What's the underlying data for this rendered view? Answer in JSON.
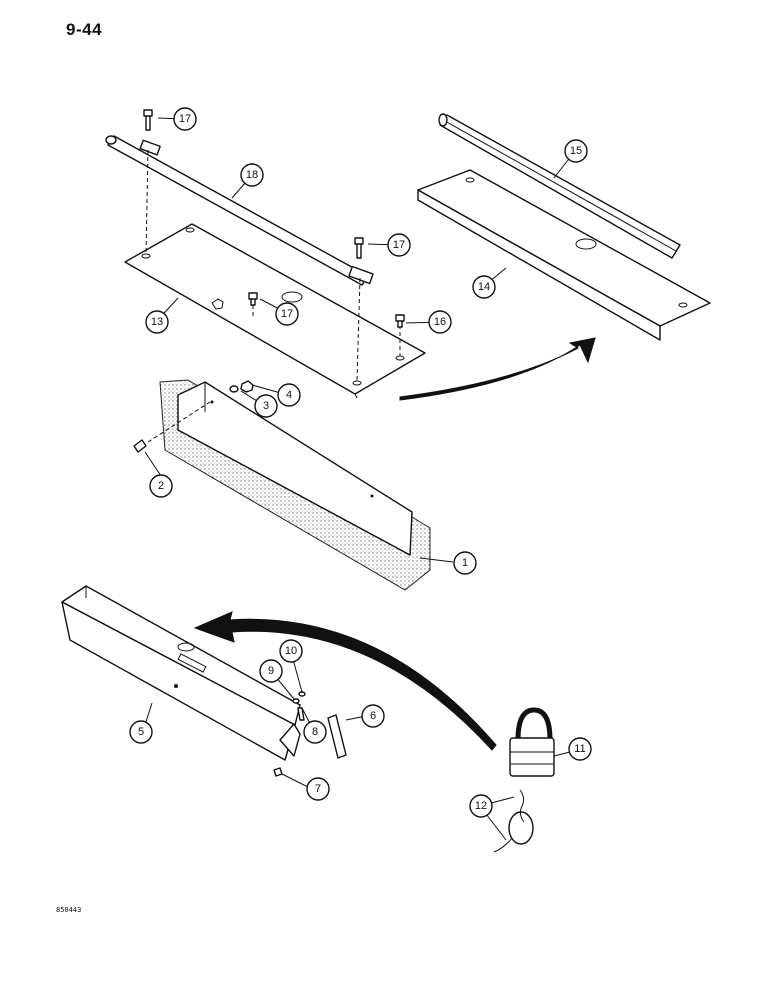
{
  "page": {
    "number": "9-44",
    "figure_code": "850443"
  },
  "callouts": [
    {
      "id": "c1",
      "label": "1"
    },
    {
      "id": "c2",
      "label": "2"
    },
    {
      "id": "c3",
      "label": "3"
    },
    {
      "id": "c4",
      "label": "4"
    },
    {
      "id": "c5",
      "label": "5"
    },
    {
      "id": "c6",
      "label": "6"
    },
    {
      "id": "c7",
      "label": "7"
    },
    {
      "id": "c8",
      "label": "8"
    },
    {
      "id": "c9",
      "label": "9"
    },
    {
      "id": "c10",
      "label": "10"
    },
    {
      "id": "c11",
      "label": "11"
    },
    {
      "id": "c12",
      "label": "12"
    },
    {
      "id": "c13",
      "label": "13"
    },
    {
      "id": "c14",
      "label": "14"
    },
    {
      "id": "c15",
      "label": "15"
    },
    {
      "id": "c16",
      "label": "16"
    },
    {
      "id": "c17a",
      "label": "17"
    },
    {
      "id": "c17b",
      "label": "17"
    },
    {
      "id": "c17c",
      "label": "17"
    },
    {
      "id": "c18",
      "label": "18"
    }
  ]
}
